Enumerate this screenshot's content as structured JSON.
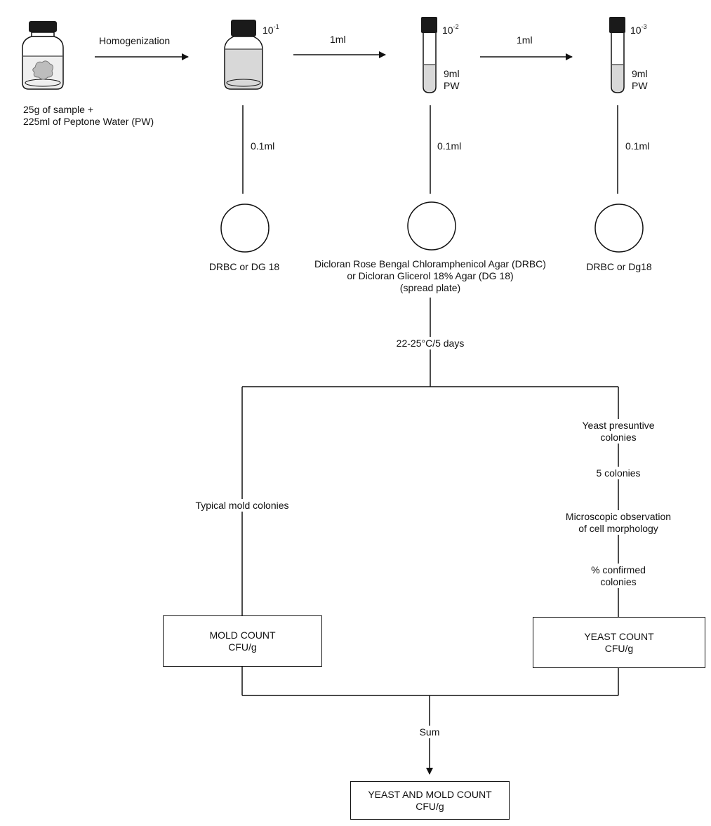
{
  "colors": {
    "line": "#111111",
    "liquid": "#d8d8d8",
    "cap": "#1a1a1a",
    "sample": "#bdbdbd"
  },
  "icons": [
    "jar-icon",
    "bottle-icon",
    "test-tube-icon",
    "petri-dish-icon"
  ],
  "sample": {
    "line1": "25g of sample +",
    "line2": "225ml of Peptone Water (PW)"
  },
  "step_homogenization": "Homogenization",
  "transfer_1": "1ml",
  "transfer_2": "1ml",
  "dilution_base": "10",
  "dilutions": [
    {
      "exp": "-1"
    },
    {
      "exp": "-2",
      "volume": "9ml",
      "diluent": "PW"
    },
    {
      "exp": "-3",
      "volume": "9ml",
      "diluent": "PW"
    }
  ],
  "inoculum": [
    "0.1ml",
    "0.1ml",
    "0.1ml"
  ],
  "plates": {
    "left": "DRBC or DG 18",
    "center": [
      "Dicloran Rose Bengal Chloramphenicol Agar (DRBC)",
      "or Dicloran Glicerol 18% Agar (DG 18)",
      "(spread plate)"
    ],
    "right": "DRBC or Dg18"
  },
  "incubation": "22-25°C/5 days",
  "mold_branch": {
    "label": "Typical mold colonies"
  },
  "yeast_branch": {
    "presumptive": [
      "Yeast presuntive",
      "colonies"
    ],
    "pick": "5 colonies",
    "microscopy": [
      "Microscopic observation",
      "of cell morphology"
    ],
    "confirmed": [
      "% confirmed",
      "colonies"
    ]
  },
  "mold_count": {
    "title": "MOLD COUNT",
    "unit": "CFU/g"
  },
  "yeast_count": {
    "title": "YEAST COUNT",
    "unit": "CFU/g"
  },
  "sum_label": "Sum",
  "total_count": {
    "title": "YEAST AND MOLD COUNT",
    "unit": "CFU/g"
  }
}
